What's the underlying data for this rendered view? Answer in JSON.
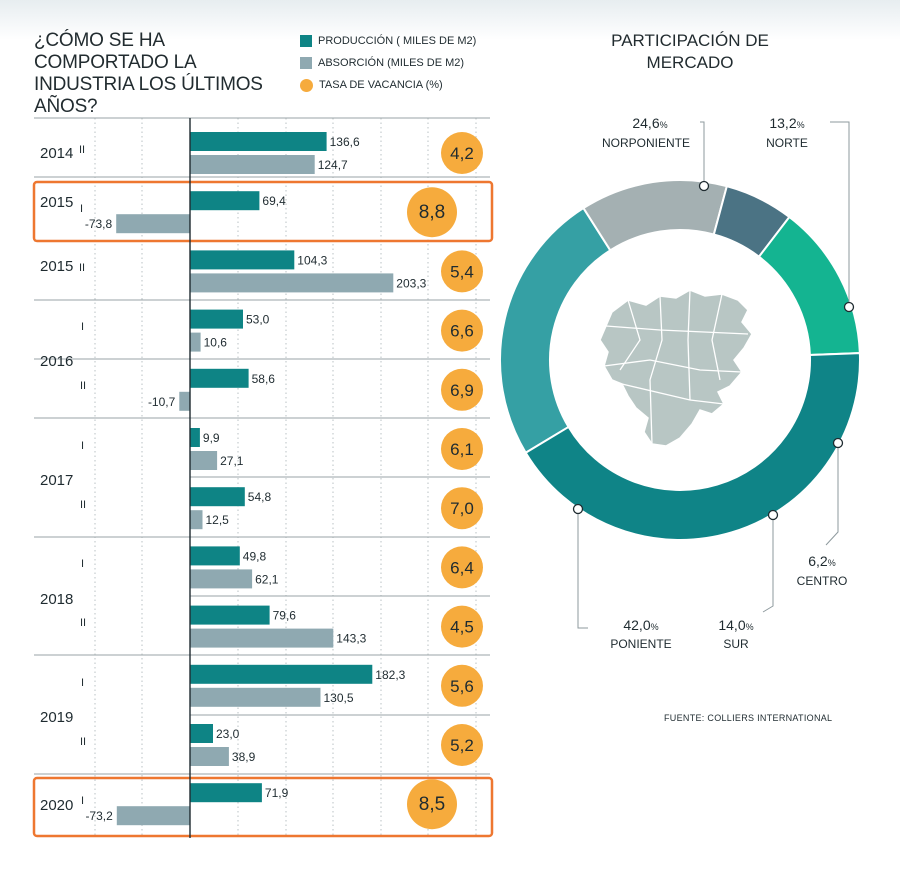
{
  "title": "¿CÓMO SE HA COMPORTADO LA INDUSTRIA LOS ÚLTIMOS AÑOS?",
  "legend": [
    {
      "label": "PRODUCCIÓN ( MILES DE M2)",
      "color": "#0e8485",
      "kind": "square"
    },
    {
      "label": "ABSORCIÓN (MILES DE M2)",
      "color": "#8fa9b1",
      "kind": "square"
    },
    {
      "label": "TASA DE VACANCIA (%)",
      "color": "#f6ab3d",
      "kind": "circle"
    }
  ],
  "pie_title": "PARTICIPACIÓN DE MERCADO",
  "source": "FUENTE: COLLIERS INTERNATIONAL",
  "colors": {
    "produccion": "#0e8485",
    "absorcion": "#8fa9b1",
    "vacancia": "#f6ab3d",
    "highlight": "#ee7730",
    "separator": "#9aa3a7"
  },
  "chart_data": [
    {
      "type": "bar",
      "orientation": "horizontal",
      "categories": [
        "2014 II",
        "2015 I",
        "2015 II",
        "2016 I",
        "2016 II",
        "2017 I",
        "2017 II",
        "2018 I",
        "2018 II",
        "2019 I",
        "2019 II",
        "2020 I"
      ],
      "year_labels": [
        "2014",
        "2015",
        "2015",
        "2016",
        "2017",
        "2018",
        "2019",
        "2020"
      ],
      "semester_labels": [
        "II",
        "I",
        "II",
        "I",
        "II",
        "I",
        "II",
        "I",
        "II",
        "I",
        "II",
        "I"
      ],
      "series": [
        {
          "name": "PRODUCCIÓN ( MILES DE M2)",
          "values": [
            136.6,
            69.4,
            104.3,
            53.0,
            58.6,
            9.9,
            54.8,
            49.8,
            79.6,
            182.3,
            23.0,
            71.9
          ]
        },
        {
          "name": "ABSORCIÓN (MILES DE M2)",
          "values": [
            124.7,
            -73.8,
            203.3,
            10.6,
            -10.7,
            27.1,
            12.5,
            62.1,
            143.3,
            130.5,
            38.9,
            -73.2
          ]
        },
        {
          "name": "TASA DE VACANCIA (%)",
          "values": [
            4.2,
            8.8,
            5.4,
            6.6,
            6.9,
            6.1,
            7.0,
            6.4,
            4.5,
            5.6,
            5.2,
            8.5
          ]
        }
      ],
      "bar_labels": {
        "produccion": [
          "136,6",
          "69,4",
          "104,3",
          "53,0",
          "58,6",
          "9,9",
          "54,8",
          "49,8",
          "79,6",
          "182,3",
          "23,0",
          "71,9"
        ],
        "absorcion": [
          "124,7",
          "-73,8",
          "203,3",
          "10,6",
          "-10,7",
          "27,1",
          "12,5",
          "62,1",
          "143,3",
          "130,5",
          "38,9",
          "-73,2"
        ],
        "vacancia": [
          "4,2",
          "8,8",
          "5,4",
          "6,6",
          "6,9",
          "6,1",
          "7,0",
          "6,4",
          "4,5",
          "5,6",
          "5,2",
          "8,5"
        ]
      },
      "highlighted": [
        "2015 I",
        "2020 I"
      ],
      "grid": true
    },
    {
      "type": "pie",
      "style": "donut",
      "title": "PARTICIPACIÓN DE MERCADO",
      "slices": [
        {
          "name": "NORPONIENTE",
          "value": 24.6,
          "label": "24,6",
          "color": "#35a0a4"
        },
        {
          "name": "NORTE",
          "value": 13.2,
          "label": "13,2",
          "color": "#a4b0b2"
        },
        {
          "name": "CENTRO",
          "value": 6.2,
          "label": "6,2",
          "color": "#4b7384"
        },
        {
          "name": "SUR",
          "value": 14.0,
          "label": "14,0",
          "color": "#14b491"
        },
        {
          "name": "PONIENTE",
          "value": 42.0,
          "label": "42,0",
          "color": "#0f8487"
        }
      ],
      "percent_sign": "%"
    }
  ]
}
